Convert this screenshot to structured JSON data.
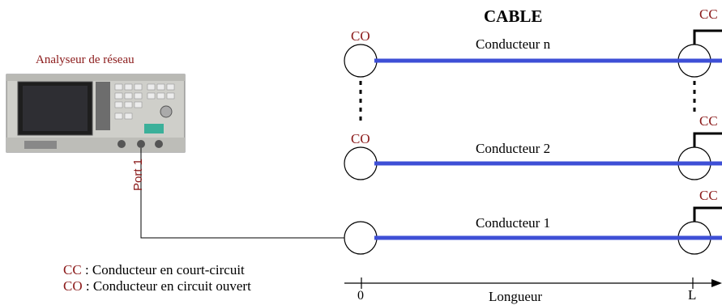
{
  "title": "CABLE",
  "analyzer_label": "Analyseur de réseau",
  "port_label": "Port 1",
  "open_label": "CO",
  "short_label": "CC",
  "conductors": [
    {
      "label": "Conducteur n"
    },
    {
      "label": "Conducteur 2"
    },
    {
      "label": "Conducteur 1"
    }
  ],
  "legend": {
    "cc_abbr": "CC",
    "cc_text": " : Conducteur en court-circuit",
    "co_abbr": "CO",
    "co_text": " : Conducteur en circuit ouvert"
  },
  "axis": {
    "start": "0",
    "end": "L",
    "label": "Longueur"
  },
  "colors": {
    "conductor": "#3e4fd6",
    "label_red": "#8b1a1a"
  }
}
